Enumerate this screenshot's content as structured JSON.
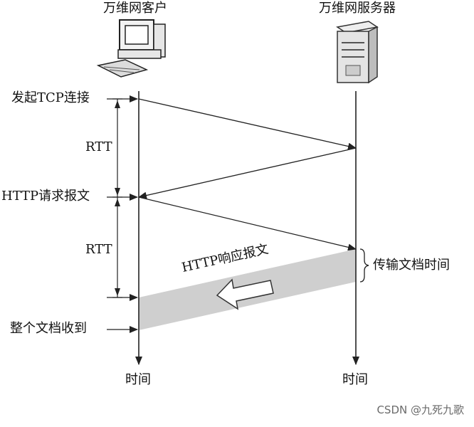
{
  "client": {
    "title": "万维网客户"
  },
  "server": {
    "title": "万维网服务器"
  },
  "events": {
    "tcp_start": "发起TCP连接",
    "http_request": "HTTP请求报文",
    "document_received": "整个文档收到"
  },
  "intervals": {
    "rtt_1": "RTT",
    "rtt_2": "RTT"
  },
  "response": {
    "label": "HTTP响应报文"
  },
  "transfer": {
    "label": "传输文档时间"
  },
  "time": {
    "client_axis": "时间",
    "server_axis": "时间"
  },
  "watermark": "CSDN @九死九歌",
  "colors": {
    "line": "#222222",
    "band": "#cfcfcf"
  }
}
